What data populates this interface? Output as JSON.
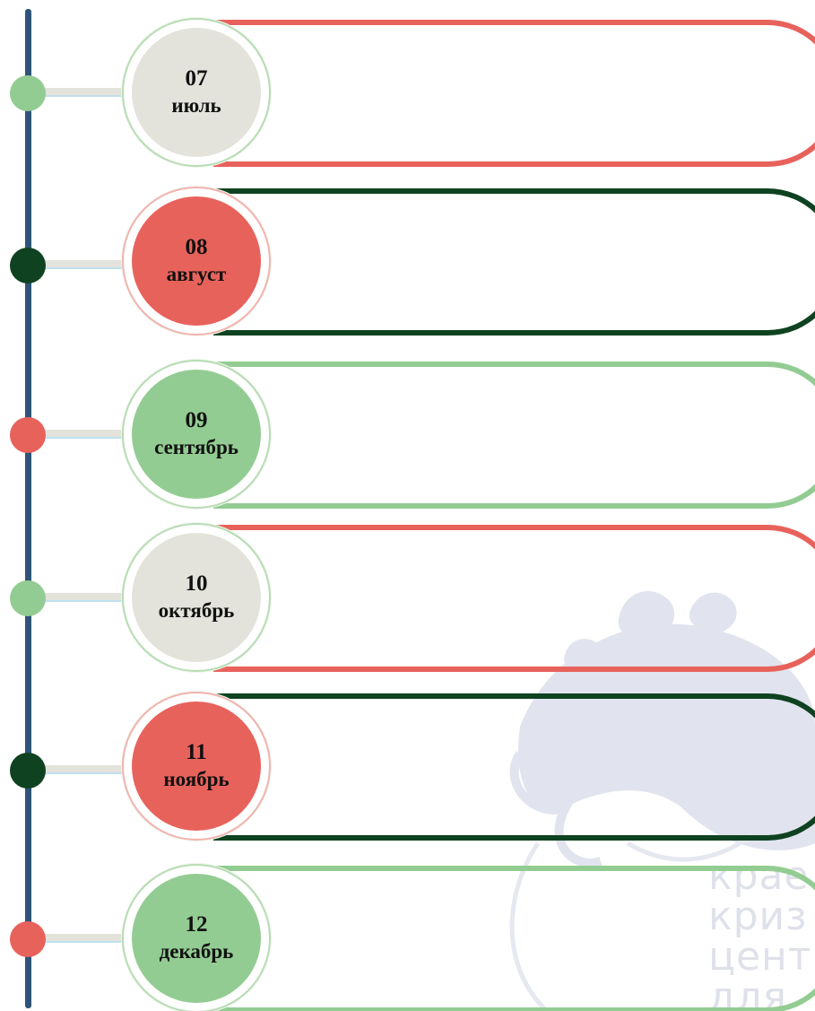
{
  "colors": {
    "timeline": "#2f5478",
    "red": "#e8625c",
    "dark_green": "#0f4220",
    "light_green": "#93cc92",
    "light_gray": "#e3e3dc",
    "watermark": "#dfe1ea"
  },
  "entries": [
    {
      "number": "07",
      "month": "июль",
      "circle_color": "#e3e3dc",
      "pill_color": "#e8625c",
      "dot_color": "#93cc92"
    },
    {
      "number": "08",
      "month": "август",
      "circle_color": "#e8625c",
      "pill_color": "#0f4220",
      "dot_color": "#0f4220"
    },
    {
      "number": "09",
      "month": "сентябрь",
      "circle_color": "#93cc92",
      "pill_color": "#93cc92",
      "dot_color": "#e8625c"
    },
    {
      "number": "10",
      "month": "октябрь",
      "circle_color": "#e3e3dc",
      "pill_color": "#e8625c",
      "dot_color": "#93cc92"
    },
    {
      "number": "11",
      "month": "ноябрь",
      "circle_color": "#e8625c",
      "pill_color": "#0f4220",
      "dot_color": "#0f4220"
    },
    {
      "number": "12",
      "month": "декабрь",
      "circle_color": "#93cc92",
      "pill_color": "#93cc92",
      "dot_color": "#e8625c"
    }
  ],
  "watermark": {
    "icon": "organization-logo-watermark",
    "lines": [
      "крае",
      "криз",
      "цент",
      "для"
    ]
  }
}
